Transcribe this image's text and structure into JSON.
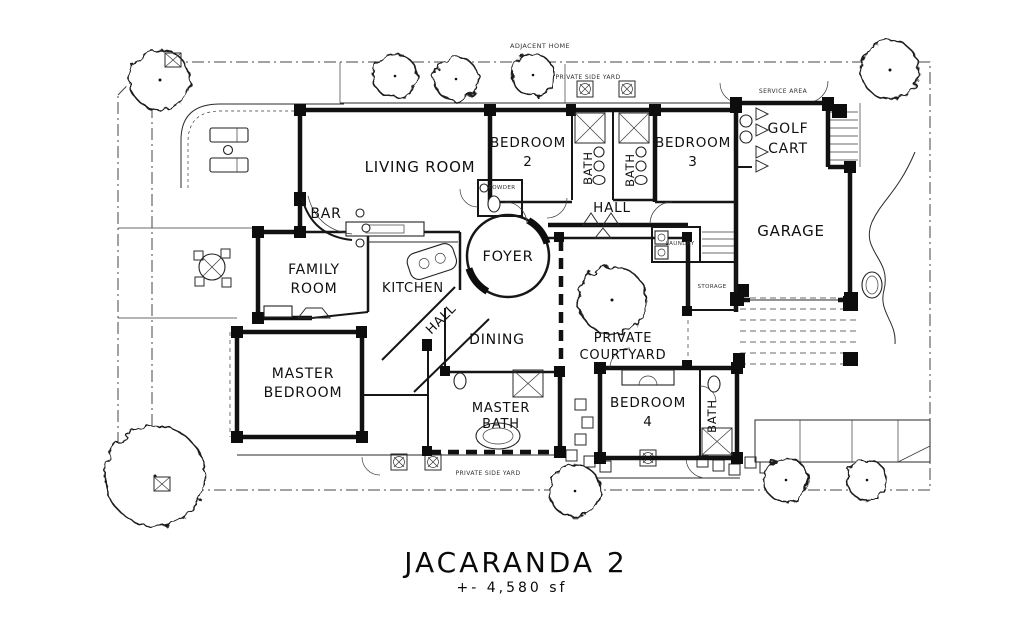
{
  "title": {
    "name": "JACARANDA 2",
    "area": "+- 4,580 sf"
  },
  "site": {
    "adjacent_home": "ADJACENT HOME",
    "side_yard_top": "PRIVATE SIDE YARD",
    "service_area": "SERVICE AREA",
    "side_yard_bottom": "PRIVATE SIDE YARD"
  },
  "rooms": {
    "living_room": "LIVING ROOM",
    "bedroom2_l1": "BEDROOM",
    "bedroom2_l2": "2",
    "bath_left": "BATH",
    "bath_right": "BATH",
    "bedroom3_l1": "BEDROOM",
    "bedroom3_l2": "3",
    "golf_l1": "GOLF",
    "golf_l2": "CART",
    "garage": "GARAGE",
    "hall_bedrooms": "HALL",
    "bar": "BAR",
    "family_l1": "FAMILY",
    "family_l2": "ROOM",
    "kitchen": "KITCHEN",
    "foyer": "FOYER",
    "powder": "POWDER",
    "laundry": "LAUNDRY",
    "storage": "STORAGE",
    "hall_diag": "HALL",
    "dining": "DINING",
    "courtyard_l1": "PRIVATE",
    "courtyard_l2": "COURTYARD",
    "master_bed_l1": "MASTER",
    "master_bed_l2": "BEDROOM",
    "master_bath_l1": "MASTER",
    "master_bath_l2": "BATH",
    "bedroom4_l1": "BEDROOM",
    "bedroom4_l2": "4",
    "bath4": "BATH"
  },
  "colors": {
    "ink": "#111111",
    "paper": "#ffffff"
  }
}
